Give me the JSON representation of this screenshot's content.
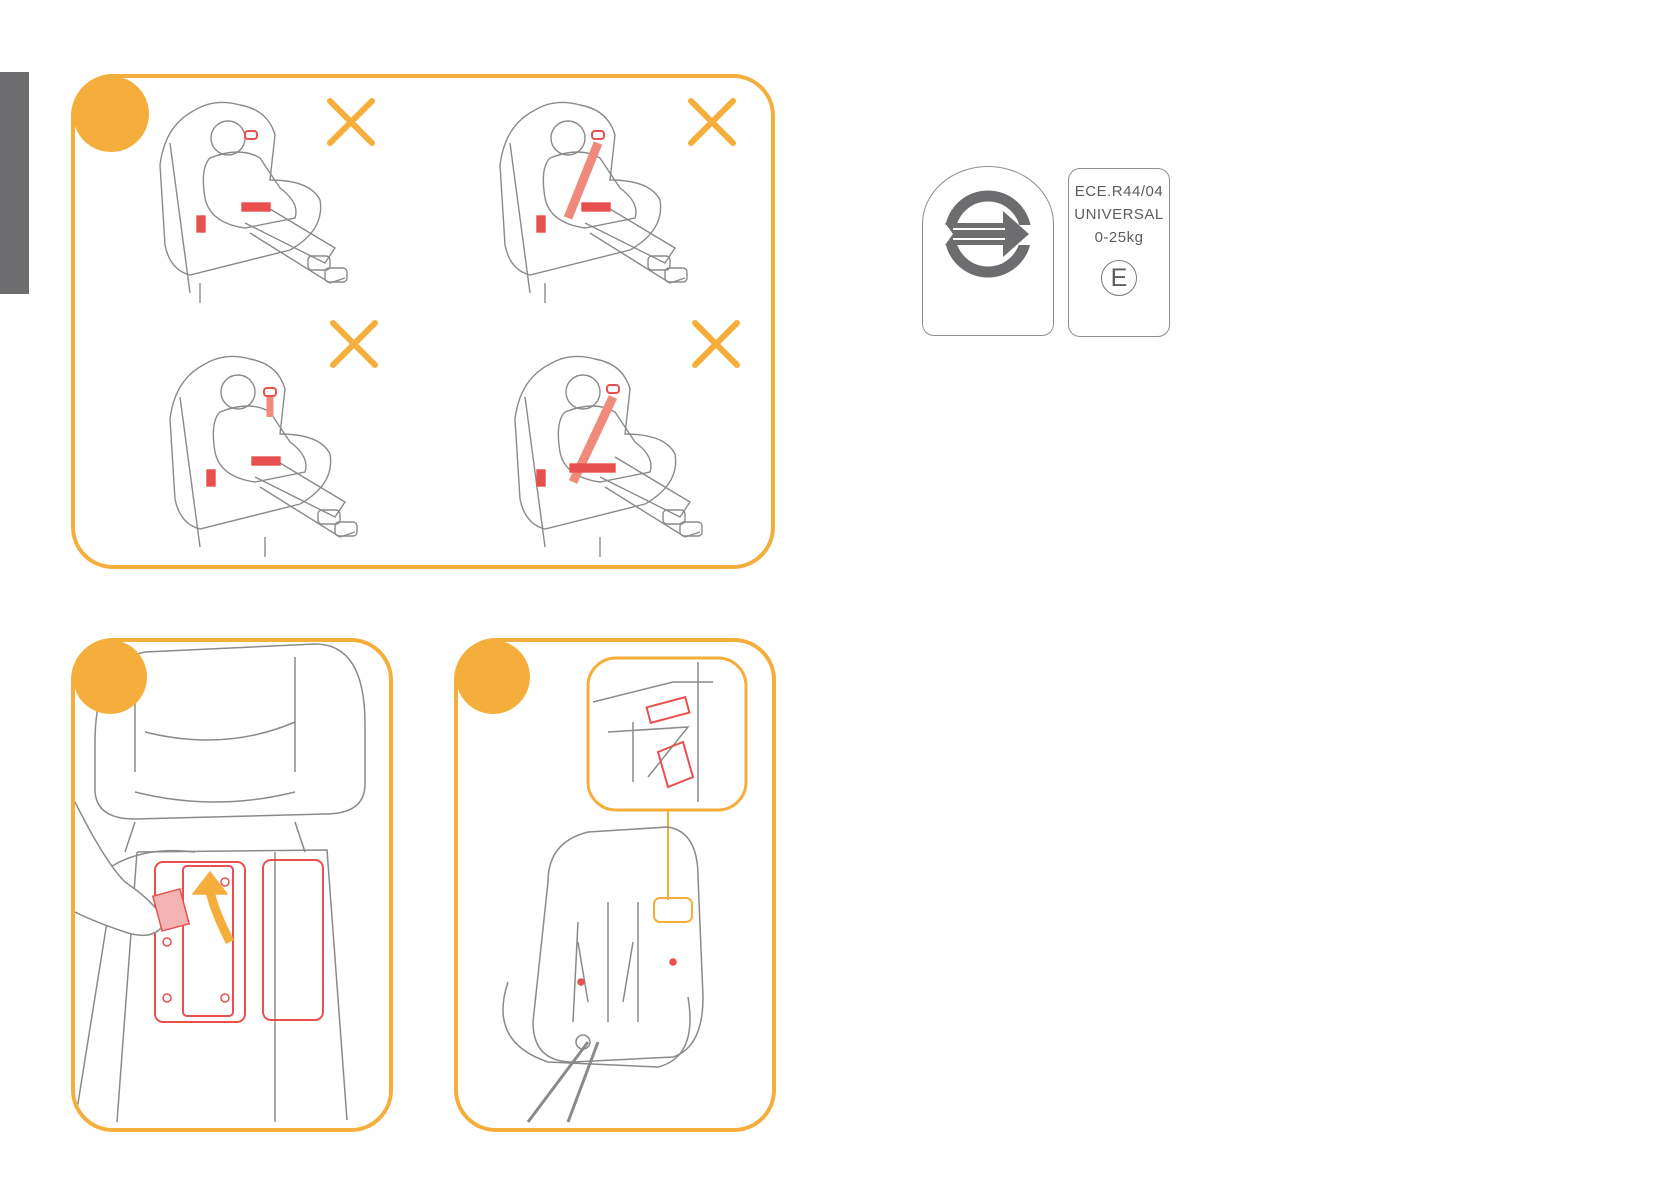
{
  "colors": {
    "accent": "#f5ae3c",
    "highlight": "#e8504f",
    "line": "#8a8a8a",
    "sidetab": "#6d6c6e"
  },
  "approval": {
    "logo_icon": "approval-arrow-logo",
    "standard": "ECE.R44/04",
    "category": "UNIVERSAL",
    "weight_range": "0-25kg",
    "mark": "E"
  },
  "panels": [
    {
      "name": "incorrect-positions",
      "figures": 4,
      "marks": [
        "cross-icon",
        "cross-icon",
        "cross-icon",
        "cross-icon"
      ]
    },
    {
      "name": "remove-velcro-pad"
    },
    {
      "name": "belt-guide-detail"
    }
  ]
}
